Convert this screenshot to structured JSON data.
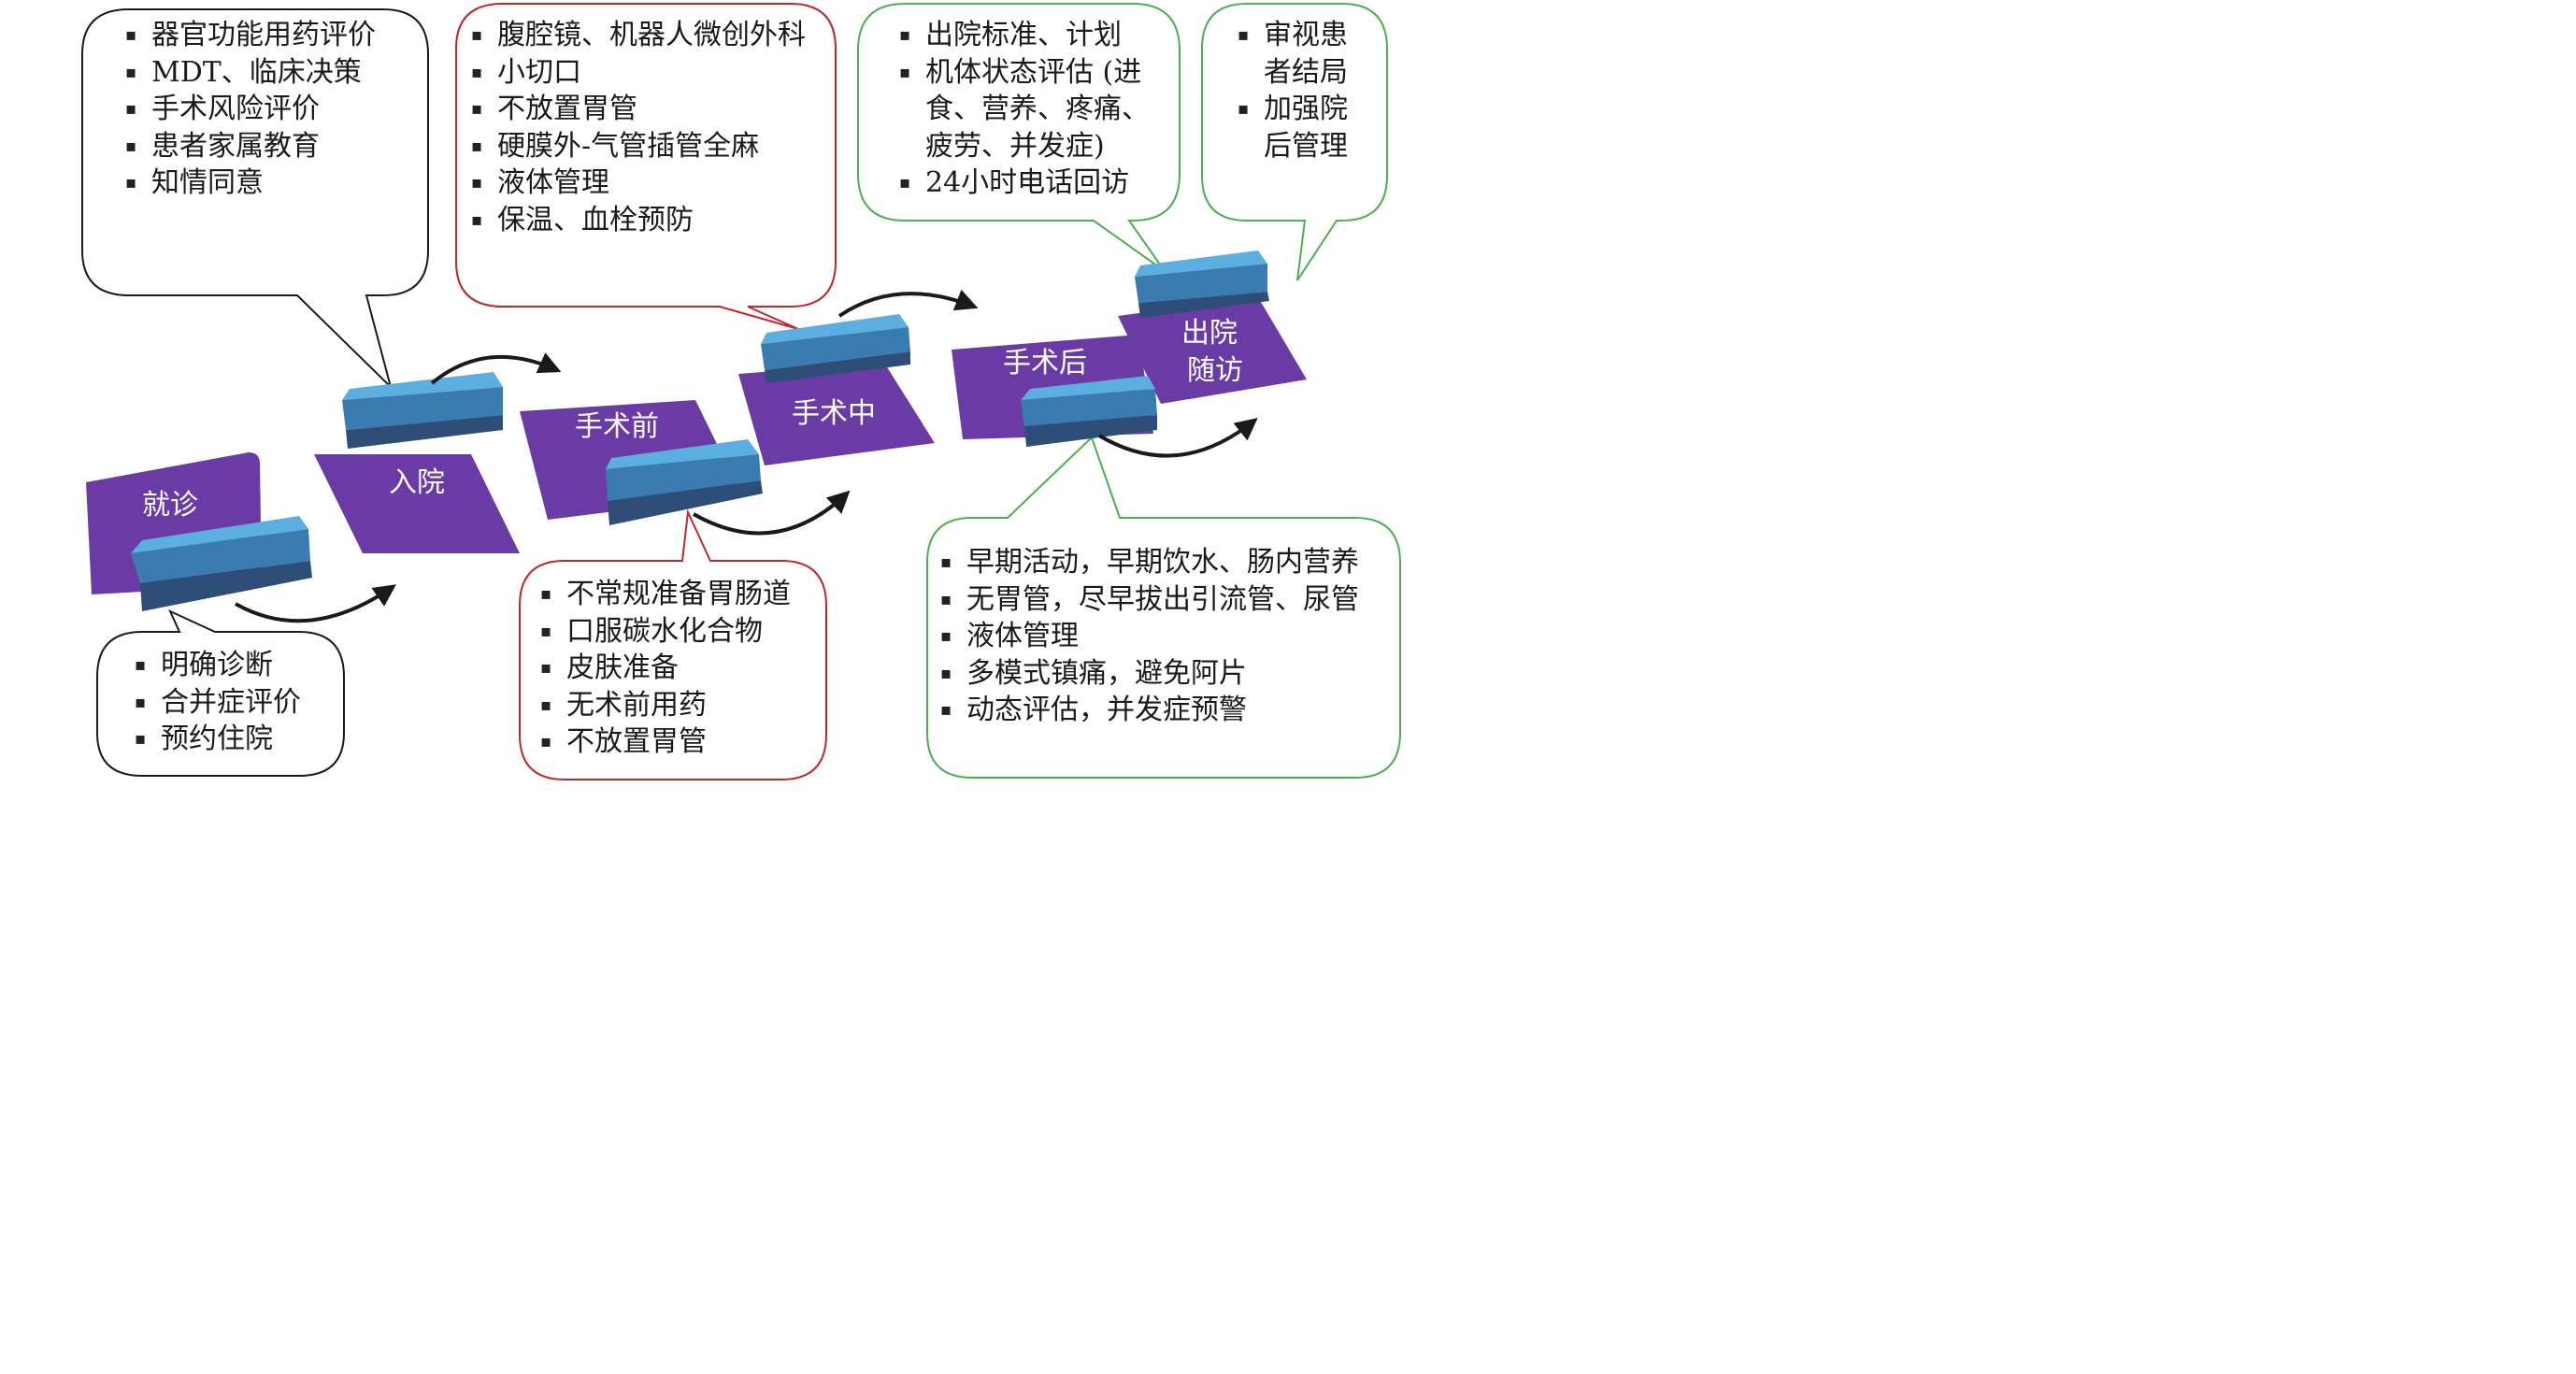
{
  "stages": [
    {
      "id": "visit",
      "label": "就诊"
    },
    {
      "id": "admission",
      "label": "入院"
    },
    {
      "id": "preop",
      "label": "手术前"
    },
    {
      "id": "intraop",
      "label": "手术中"
    },
    {
      "id": "postop",
      "label": "手术后"
    },
    {
      "id": "discharge",
      "label_line1": "出院",
      "label_line2": "随访"
    }
  ],
  "callouts": {
    "visit": [
      "明确诊断",
      "合并症评价",
      "预约住院"
    ],
    "admission": [
      "器官功能用药评价",
      "MDT、临床决策",
      "手术风险评价",
      "患者家属教育",
      "知情同意"
    ],
    "preop": [
      "不常规准备胃肠道",
      "口服碳水化合物",
      "皮肤准备",
      "无术前用药",
      "不放置胃管"
    ],
    "intraop": [
      "腹腔镜、机器人微创外科",
      "小切口",
      "不放置胃管",
      "硬膜外-气管插管全麻",
      "液体管理",
      "保温、血栓预防"
    ],
    "postop": [
      "早期活动，早期饮水、肠内营养",
      "无胃管，尽早拔出引流管、尿管",
      "液体管理",
      "多模式镇痛，避免阿片",
      "动态评估，并发症预警"
    ],
    "discharge_plan": [
      "出院标准、计划",
      "机体状态评估 (进食、营养、疼痛、疲劳、并发症)",
      "24小时电话回访"
    ],
    "followup": [
      "审视患者结局",
      "加强院后管理"
    ]
  },
  "colors": {
    "stage_fill": "#6a3ba5",
    "block_top": "#5aaee0",
    "block_front": "#3a7bb0",
    "block_bottom": "#2e4e78",
    "callout_black": "#1a1a1a",
    "callout_red": "#c0272d",
    "callout_green": "#4caf50",
    "arrow": "#1a1a1a"
  }
}
